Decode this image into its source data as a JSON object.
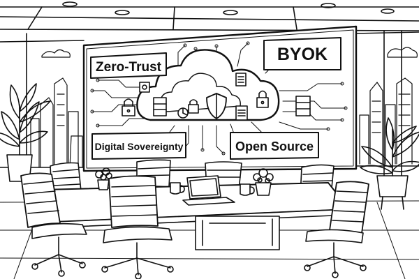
{
  "board": {
    "labels": {
      "zero_trust": "Zero-Trust",
      "byok": "BYOK",
      "digital_sovereignty": "Digital Sovereignty",
      "open_source": "Open Source"
    }
  },
  "icons": [
    "cloud-icon",
    "shield-icon",
    "padlock-icon",
    "document-icon",
    "server-icon",
    "laptop-icon",
    "potted-plant-icon",
    "office-chair-icon",
    "coffee-mug-icon",
    "city-skyline-icon"
  ],
  "colors": {
    "line": "#111111",
    "paper": "#ffffff"
  }
}
